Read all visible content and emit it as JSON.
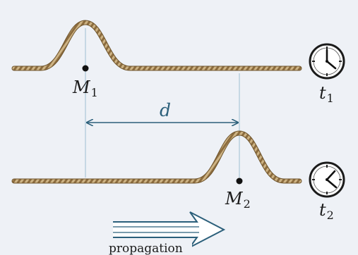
{
  "diagram": {
    "label_m1_letter": "M",
    "label_m1_sub": "1",
    "label_m2_letter": "M",
    "label_m2_sub": "2",
    "label_t1_letter": "t",
    "label_t1_sub": "1",
    "label_t2_letter": "t",
    "label_t2_sub": "2",
    "distance_label": "d",
    "propagation_label": "propagation"
  },
  "colors": {
    "background": "#eef1f6",
    "rope_dark": "#8a6a3c",
    "rope_light": "#e2cfa4",
    "arrow": "#2b5f7a",
    "guide_line": "#9fc0d2",
    "dot": "#111111"
  },
  "icons": [
    "clock-icon",
    "clock-icon"
  ]
}
